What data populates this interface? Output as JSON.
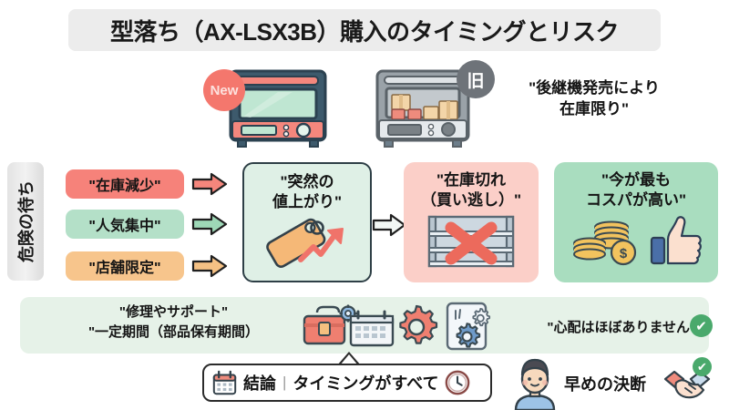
{
  "title": "型落ち（AX-LSX3B）購入のタイミングとリスク",
  "products": {
    "new": {
      "badge": "New",
      "alt": "new-microwave-oven"
    },
    "old": {
      "badge": "旧",
      "alt": "old-microwave-oven-with-stock-boxes"
    },
    "note_line1": "\"後継機発売により",
    "note_line2": "在庫限り\""
  },
  "risk_group": {
    "vertical_label": "危険の待ち",
    "items": [
      {
        "label": "\"在庫減少\"",
        "color": "#f6827a",
        "arrow_color": "#f4867c"
      },
      {
        "label": "\"人気集中\"",
        "color": "#b4e0c8",
        "arrow_color": "#9ed8b7"
      },
      {
        "label": "\"店舗限定\"",
        "color": "#f7c58c",
        "arrow_color": "#f5c184"
      }
    ]
  },
  "flow": {
    "middle": {
      "line1": "\"突然の",
      "line2": "値上がり\"",
      "bg": "#dff0e6",
      "icon": "price-tag-rising-arrow-icon"
    },
    "outcome": {
      "line1": "\"在庫切れ",
      "line2": "（買い逃し）\"",
      "bg": "#fbcfc8",
      "icon": "empty-shelf-x-icon"
    },
    "good": {
      "line1": "\"今が最も",
      "line2": "コスパが高い\"",
      "bg": "#a9ddbf",
      "icon": "coins-thumbsup-icon"
    }
  },
  "support": {
    "line1": "\"修理やサポート\"",
    "line2": "\"一定期間（部品保有期間）",
    "icons": [
      "toolbox-gear-calendar-icon",
      "gear-icon",
      "document-gears-icon"
    ],
    "right_text": "\"心配はほぼありません",
    "check": "✔"
  },
  "conclusion": {
    "calendar_icon": "calendar-icon",
    "label": "結論",
    "separator": "|",
    "text": "タイミングがすべて",
    "clock_icon": "clock-icon",
    "avatar_icon": "person-avatar-icon",
    "decision_text": "早めの決断",
    "handshake_icon": "handshake-icon",
    "check": "✔"
  },
  "colors": {
    "title_band": "#ececec",
    "coral": "#f4776d",
    "mint": "#a9ddbf",
    "pink": "#fbcfc8",
    "peach": "#f7c58c",
    "support_band": "#e6f2e8",
    "ink": "#1a1a1a"
  }
}
